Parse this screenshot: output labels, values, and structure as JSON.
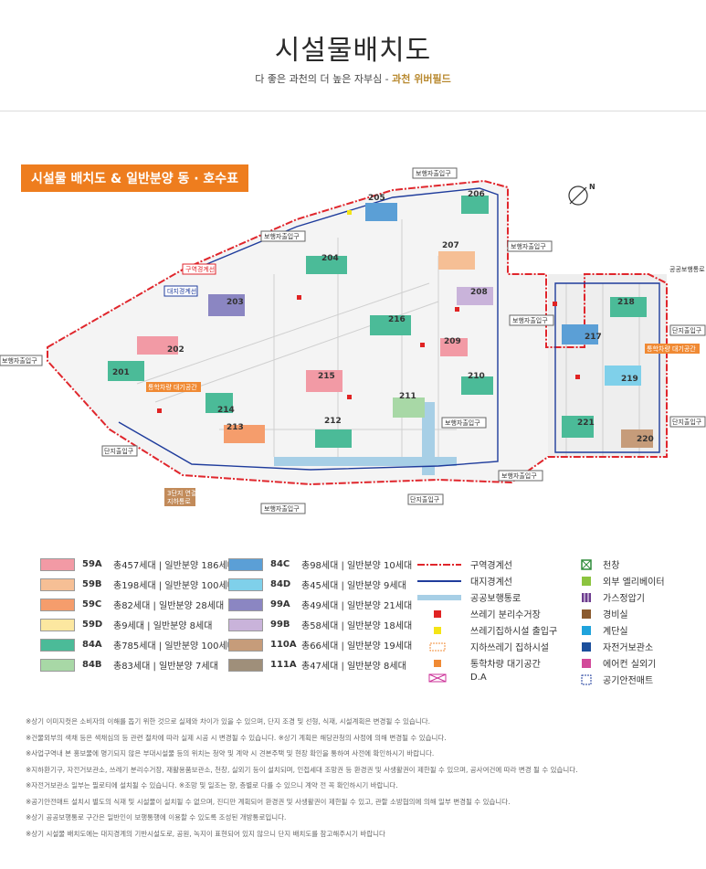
{
  "header": {
    "title": "시설물배치도",
    "subtitle_prefix": "다 좋은 과천의 더 높은 자부심 -",
    "subtitle_brand": "과천 위버필드"
  },
  "banner": "시설물 배치도 & 일반분양 동 · 호수표",
  "map": {
    "north_label": "N",
    "buildings": [
      "201",
      "202",
      "203",
      "204",
      "205",
      "206",
      "207",
      "208",
      "209",
      "210",
      "211",
      "212",
      "213",
      "214",
      "215",
      "216",
      "217",
      "218",
      "219",
      "220",
      "221"
    ],
    "callouts": {
      "ped_top": "보행자출입구",
      "ped_upper_left": "보행자출입구",
      "ped_left": "보행자출입구",
      "ped_right_upper": "보행자출입구",
      "ped_mid": "보행자출입구",
      "ped_mid2": "보행자출입구",
      "ped_bottom_right": "보행자출입구",
      "ped_bottom": "보행자출입구",
      "public_ped": "공공보행통로",
      "zone_line": "구역경계선",
      "site_line": "대지경계선",
      "complex_entry_left": "단지출입구",
      "complex_entry_bottom": "단지출입구",
      "complex_entry_right1": "단지출입구",
      "complex_entry_right2": "단지출입구",
      "school_bus": "통학차량 대기공간",
      "school_bus_right": "통학차량 대기공간",
      "special_gate_1": "3단지 연결",
      "special_gate_2": "지하통로"
    }
  },
  "legend": {
    "units": [
      {
        "code": "59A",
        "desc": "총457세대 | 일반분양 186세대",
        "color": "#f29aa5"
      },
      {
        "code": "59B",
        "desc": "총198세대 | 일반분양 100세대",
        "color": "#f6bf95"
      },
      {
        "code": "59C",
        "desc": "총82세대 | 일반분양 28세대",
        "color": "#f59d6c"
      },
      {
        "code": "59D",
        "desc": "총9세대 | 일반분양 8세대",
        "color": "#fce7a0"
      },
      {
        "code": "84A",
        "desc": "총785세대 | 일반분양 100세대",
        "color": "#4bbb98"
      },
      {
        "code": "84B",
        "desc": "총83세대 | 일반분양 7세대",
        "color": "#a8d8a6"
      },
      {
        "code": "84C",
        "desc": "총98세대 | 일반분양 10세대",
        "color": "#5b9fd6"
      },
      {
        "code": "84D",
        "desc": "총45세대 | 일반분양 9세대",
        "color": "#7fd0ea"
      },
      {
        "code": "99A",
        "desc": "총49세대 | 일반분양 21세대",
        "color": "#8b86c2"
      },
      {
        "code": "99B",
        "desc": "총58세대 | 일반분양 18세대",
        "color": "#c9b3da"
      },
      {
        "code": "110A",
        "desc": "총66세대 | 일반분양 19세대",
        "color": "#c69c7a"
      },
      {
        "code": "111A",
        "desc": "총47세대 | 일반분양 8세대",
        "color": "#9f8f7a"
      }
    ],
    "symbols_left": [
      {
        "label": "구역경계선"
      },
      {
        "label": "대지경계선"
      },
      {
        "label": "공공보행통로"
      },
      {
        "label": "쓰레기 분리수거장"
      },
      {
        "label": "쓰레기집하시설 출입구"
      },
      {
        "label": "지하쓰레기 집하시설"
      },
      {
        "label": "통학차량 대기공간"
      },
      {
        "label": "D.A"
      }
    ],
    "symbols_right": [
      {
        "label": "천창"
      },
      {
        "label": "외부 엘리베이터"
      },
      {
        "label": "가스정압기"
      },
      {
        "label": "경비실"
      },
      {
        "label": "계단실"
      },
      {
        "label": "자전거보관소"
      },
      {
        "label": "에어컨 실외기"
      },
      {
        "label": "공기안전매트"
      }
    ],
    "colors": {
      "zone_line": "#e0262c",
      "site_line": "#1f3c9c",
      "public_ped": "#a7cfe6",
      "waste": "#e02323",
      "waste_gate": "#f4e416",
      "underground": "#f28c3a",
      "school_bus": "#f08a34",
      "da": "#cc3399",
      "skylight": "#2e8b3a",
      "elevator": "#8cc43f",
      "gas": "#6d3c8f",
      "guard": "#8a5a2e",
      "stair": "#1fa3dc",
      "bike": "#1b4f9c",
      "ac": "#d24a9a",
      "mat": "#1f3c9c"
    }
  },
  "notes": [
    "※상기 이미지컷은 소비자의 이해를 돕기 위한 것으로 실제와 차이가 있을 수 있으며, 단지 조경 및 선형, 식재, 시설계획은 변경될 수 있습니다.",
    "※건물외부의 색채 등은 색채심의 등 관련 절차에 따라 실제 시공 시 변경될 수 있습니다. ※상기 계획은 해당관청의 사정에 의해 변경될 수 있습니다.",
    "※사업구역내 본 홍보물에 명기되지 않은 부대시설물 등의 위치는 청약 및 계약 시 견본주택 및 현장 확인을 통하여 사전에 확인하시기 바랍니다.",
    "※지하환기구, 자전거보관소, 쓰레기 분리수거장, 재활용품보관소, 천창, 실외기 등이 설치되며, 인접세대 조망권 등 환경권 및 사생활권이 제한될 수 있으며, 공사여건에 따라 변경 될 수 있습니다.",
    "※자전거보관소 일부는 필로티에 설치될 수 있습니다. ※조망 및 일조는 향, 층별로 다를 수 있으니 계약 전 꼭 확인하시기 바랍니다.",
    "※공기안전매트 설치시 별도의 식재 및 시설물이 설치될 수 없으며, 진디만 계획되어 환경권 및 사생활권이 제한될 수 있고, 관할 소방협의에 의해 일부 변경될 수 있습니다.",
    "※상기 공공보행통로 구간은 일반인이 보행통행에 이용할 수 있도록 조성된 개방통로입니다.",
    "※상기 시설물 배치도에는 대지경계의 기반시설도로, 공원, 녹지이 표현되어 있지 않으니 단지 배치도를 참고해주시기 바랍니다"
  ]
}
